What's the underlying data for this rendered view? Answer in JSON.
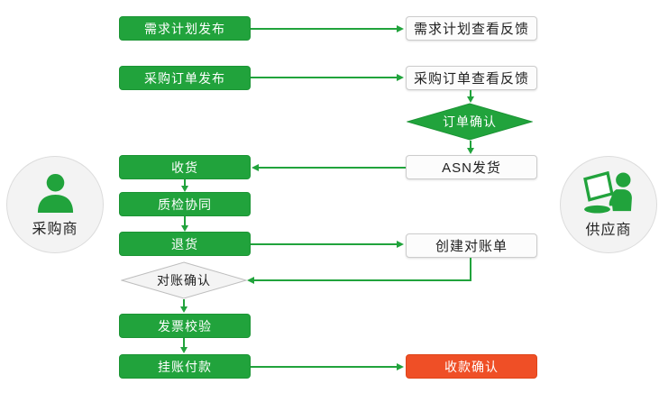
{
  "colors": {
    "green": "#21a33c",
    "red": "#ef4f26",
    "box_border": "#cccccc",
    "gray_diamond_fill": "#f4f4f4",
    "circle_fill": "#f3f3f3"
  },
  "actors": {
    "buyer": "采购商",
    "supplier": "供应商"
  },
  "nodes": {
    "demand_plan_publish": "需求计划发布",
    "demand_plan_feedback": "需求计划查看反馈",
    "po_publish": "采购订单发布",
    "po_feedback": "采购订单查看反馈",
    "order_confirm": "订单确认",
    "asn_ship": "ASN发货",
    "receive": "收货",
    "quality_collab": "质检协同",
    "return_goods": "退货",
    "create_statement": "创建对账单",
    "statement_confirm": "对账确认",
    "invoice_check": "发票校验",
    "pending_payment": "挂账付款",
    "receipt_confirm": "收款确认"
  }
}
